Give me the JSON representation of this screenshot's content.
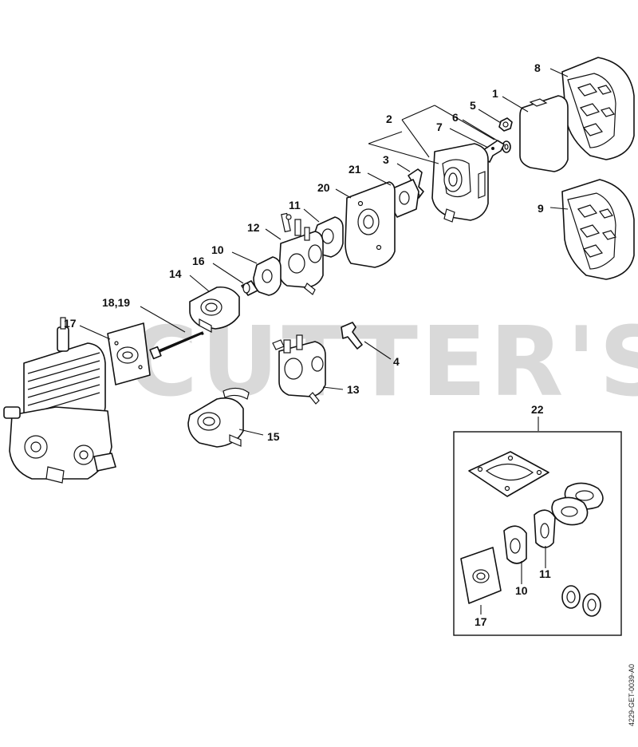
{
  "watermark": "CUTTER'S",
  "drawing_code": "4229-GET-0039-A0",
  "callouts": {
    "c1": "1",
    "c2": "2",
    "c3": "3",
    "c4": "4",
    "c5": "5",
    "c6": "6",
    "c7": "7",
    "c8": "8",
    "c9": "9",
    "c10": "10",
    "c11": "11",
    "c12": "12",
    "c13": "13",
    "c14": "14",
    "c15": "15",
    "c16": "16",
    "c17": "17",
    "c1819": "18,19",
    "c20": "20",
    "c21": "21",
    "c22": "22"
  },
  "kit": {
    "label": "22",
    "items": {
      "k10": "10",
      "k11": "11",
      "k17": "17"
    }
  },
  "colors": {
    "ink": "#111111",
    "watermark": "#d9d9d9",
    "paper": "#ffffff"
  }
}
